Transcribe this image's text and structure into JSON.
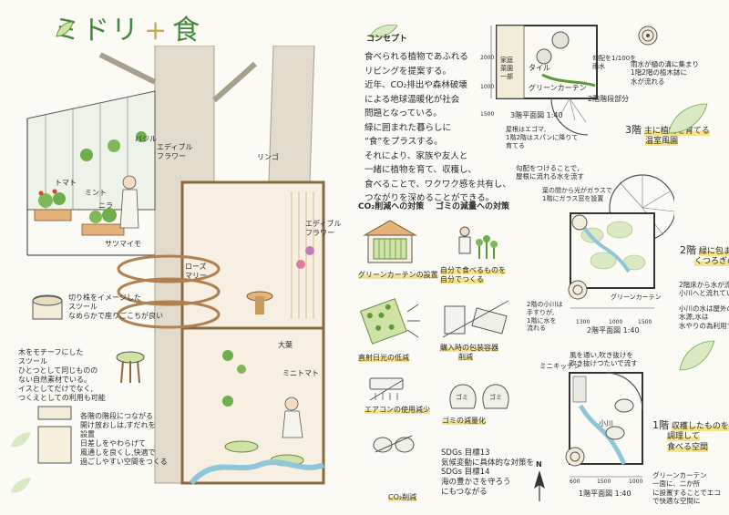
{
  "title": {
    "part1": "ミドリ",
    "plus": "+",
    "part2": "食"
  },
  "illustration": {
    "label_basil": "バジル",
    "label_edible_flower_1": "エディブル\nフラワー",
    "label_tomato": "トマト",
    "label_mint": "ミント",
    "label_nira": "ニラ",
    "label_sweet_potato": "サツマイモ",
    "label_apple": "リンゴ",
    "label_edible_flower_2": "エディブル\nフラワー",
    "label_rosemary": "ローズ\nマリー",
    "label_daikon": "大葉",
    "label_mini_tomato": "ミニトマト"
  },
  "notes": {
    "slide": [
      "切り株をイメージした",
      "スツール",
      "なめらかで座りごこちが良い"
    ],
    "stool": [
      "木をモチーフにした",
      "スツール",
      "ひとつとして同じものの",
      "ない自然素材でいる。",
      "イスとしてだけでなく,",
      "つくえとしての利用も可能"
    ],
    "ceiling": [
      "各階の階段につながる",
      "開け放おしは,すだれを",
      "設置",
      "日差しをやわらげて",
      "風通しを良くし,快適で",
      "過ごしやすい空間をつくる"
    ]
  },
  "concept": {
    "heading": "コンセプト",
    "lines": [
      "食べられる植物であふれる",
      "リビングを提案する。",
      "近年、CO₂排出や森林破壊",
      "による地球温暖化が社会",
      "問題となっている。",
      "緑に囲まれた暮らしに",
      "“食”をプラスする。",
      "それにより、家族や友人と",
      "一緒に植物を育て、収穫し、",
      "食べることで、ワクワク感を共有し、",
      "つながりを深めることができる。"
    ]
  },
  "co2": {
    "heading": "CO₂削減への対策",
    "green_curtain": "グリーンカーテンの設置",
    "direct_sun": "直射日光の低減",
    "aircon": "エアコンの使用減少",
    "reduction": "CO₂削減"
  },
  "waste": {
    "heading": "ゴミの減量への対策",
    "self_grow": [
      "自分で食べるものを",
      "自分でつくる"
    ],
    "packaging": [
      "購入時の包装容器",
      "削減"
    ],
    "garbage_reduction": "ゴミの減量化",
    "sdgs": [
      "SDGs 目標13",
      "気候変動に具体的な対策を",
      "SDGs 目標14",
      "海の豊かさを守ろう",
      "にもつながる"
    ],
    "bag_label_1": "ゴミ",
    "bag_label_2": "ゴミ"
  },
  "plan3": {
    "caption": "3階平面図 1:40",
    "tile": "タイル",
    "green_curtain": "グリーンカーテン",
    "kitchen_garden": "家庭\n菜園\n一部",
    "stair_part": "2階階段部分",
    "dim_a": "2000",
    "dim_b": "1000",
    "dim_c": "1500",
    "note_rain": [
      "雨水が樋の溝に集まり",
      "1階2階の植木鉢に",
      "水が流れる"
    ],
    "note_grade": [
      "勾配を1/100を",
      "雨水"
    ],
    "note_roof": [
      "屋根はエゴマ,",
      "1階2階はスパンに降りて",
      "育てる"
    ],
    "floor_title": [
      "3階",
      "主に植物を育てる",
      "温室風園"
    ]
  },
  "plan2": {
    "caption": "2階平面図 1:40",
    "note_top": [
      "葉の間から光がガラスで",
      "1階にガラス窓を設置"
    ],
    "note_roof2": [
      "勾配をつけることで,",
      "屋根に流れる水を流す"
    ],
    "green_curtain": "グリーンカーテン",
    "dim_a": "1300",
    "dim_b": "1000",
    "dim_c": "1500",
    "floor_title": [
      "2階",
      "緑に包まれる",
      "くつろぎの空間"
    ],
    "note_water": [
      "2階床から水が流れ,",
      "小川へと流れていく"
    ],
    "note_stream": [
      "小川の水は屋外の",
      "水源,水は",
      "水やりの為利用する"
    ],
    "side_note": [
      "2階の小川は",
      "手すりが,",
      "1階に水を",
      "流れる"
    ]
  },
  "plan1": {
    "caption": "1階平面図 1:40",
    "mini_kitchen": "ミニキッチン",
    "stream": "小川",
    "note_wind": [
      "風を通い,吹き抜けを",
      "吹き抜けつたいで流す"
    ],
    "dim_a": "600",
    "dim_b": "1500",
    "dim_c": "1000",
    "floor_title": [
      "1階",
      "収穫したものを",
      "調理して",
      "食べる空間"
    ],
    "note_gc": [
      "グリーンカーテン",
      "一面に、二か所",
      "に設置することでエコ",
      "で快適な空間に"
    ],
    "north": "N"
  },
  "colors": {
    "green": "#6fae4a",
    "light_green": "#cfe3a6",
    "wood": "#e3b37a",
    "trunk": "#d9d2c4",
    "yellow": "#f6e38c",
    "brown": "#9a6b3d"
  }
}
